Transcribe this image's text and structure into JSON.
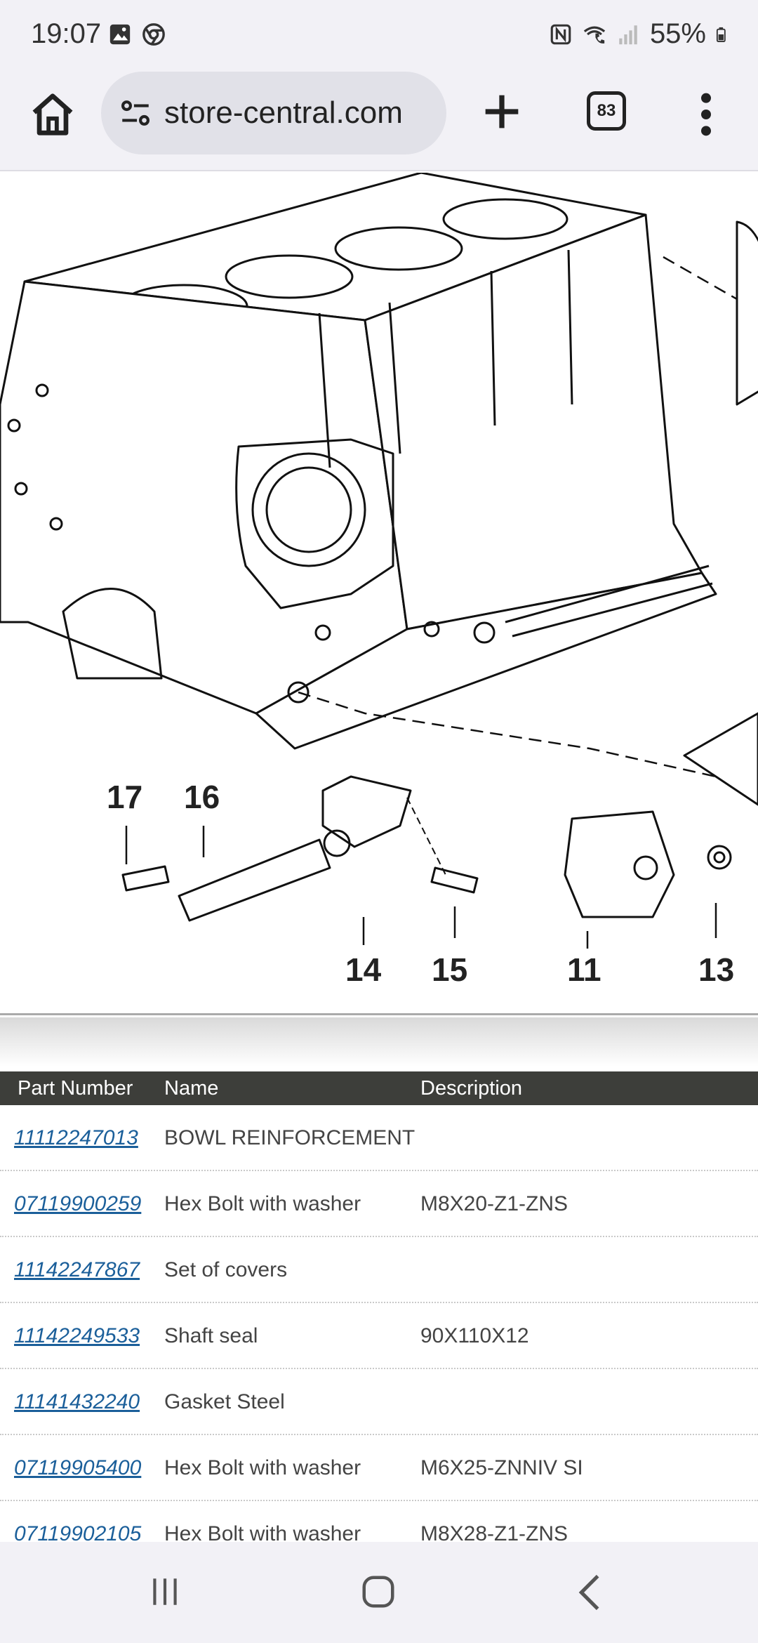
{
  "status_bar": {
    "time": "19:07",
    "battery": "55%",
    "icons": [
      "gallery-icon",
      "chrome-icon",
      "nfc-icon",
      "wifi-call-icon",
      "signal-icon",
      "battery-icon"
    ]
  },
  "browser": {
    "url": "store-central.com",
    "tab_count": "83"
  },
  "diagram": {
    "callouts": [
      "17",
      "16",
      "14",
      "15",
      "11",
      "13"
    ]
  },
  "table": {
    "headers": {
      "part_number": "Part Number",
      "name": "Name",
      "description": "Description"
    },
    "rows": [
      {
        "part_number": "11112247013",
        "name": "BOWL REINFORCEMENT",
        "description": ""
      },
      {
        "part_number": "07119900259",
        "name": "Hex Bolt with washer",
        "description": "M8X20-Z1-ZNS"
      },
      {
        "part_number": "11142247867",
        "name": "Set of covers",
        "description": ""
      },
      {
        "part_number": "11142249533",
        "name": "Shaft seal",
        "description": "90X110X12"
      },
      {
        "part_number": "11141432240",
        "name": "Gasket Steel",
        "description": ""
      },
      {
        "part_number": "07119905400",
        "name": "Hex Bolt with washer",
        "description": "M6X25-ZNNIV SI"
      },
      {
        "part_number": "07119902105",
        "name": "Hex Bolt with washer",
        "description": "M8X28-Z1-ZNS"
      }
    ]
  },
  "colors": {
    "chrome_bg": "#f2f1f6",
    "header_bg": "#3d3e3a",
    "link": "#1b5f9a"
  }
}
